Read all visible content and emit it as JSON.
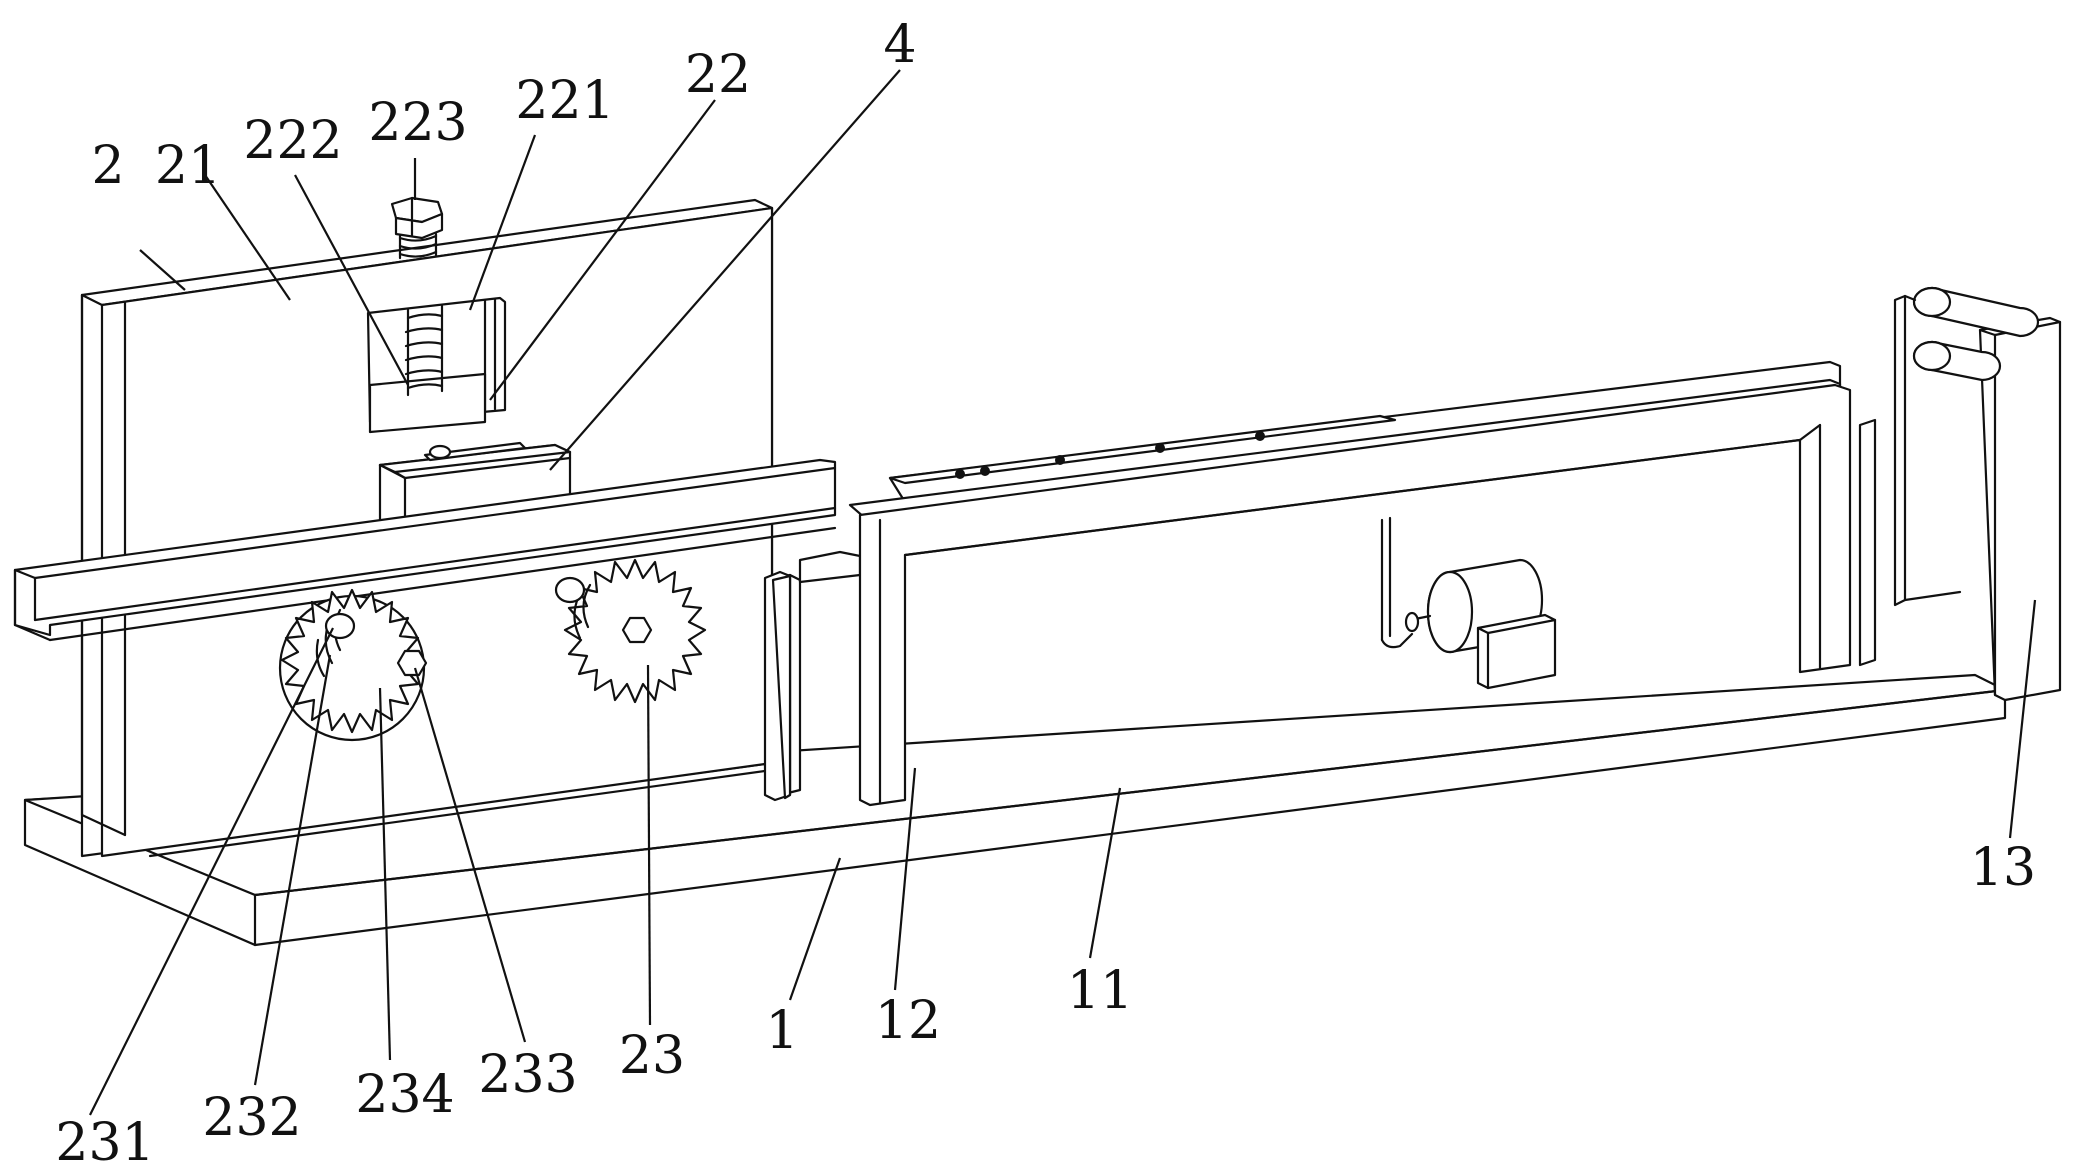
{
  "labels": [
    {
      "id": "2",
      "text": "2"
    },
    {
      "id": "21",
      "text": "21"
    },
    {
      "id": "222",
      "text": "222"
    },
    {
      "id": "223",
      "text": "223"
    },
    {
      "id": "221",
      "text": "221"
    },
    {
      "id": "22",
      "text": "22"
    },
    {
      "id": "4",
      "text": "4"
    },
    {
      "id": "13",
      "text": "13"
    },
    {
      "id": "231",
      "text": "231"
    },
    {
      "id": "232",
      "text": "232"
    },
    {
      "id": "234",
      "text": "234"
    },
    {
      "id": "233",
      "text": "233"
    },
    {
      "id": "23",
      "text": "23"
    },
    {
      "id": "1",
      "text": "1"
    },
    {
      "id": "12",
      "text": "12"
    },
    {
      "id": "11",
      "text": "11"
    }
  ]
}
